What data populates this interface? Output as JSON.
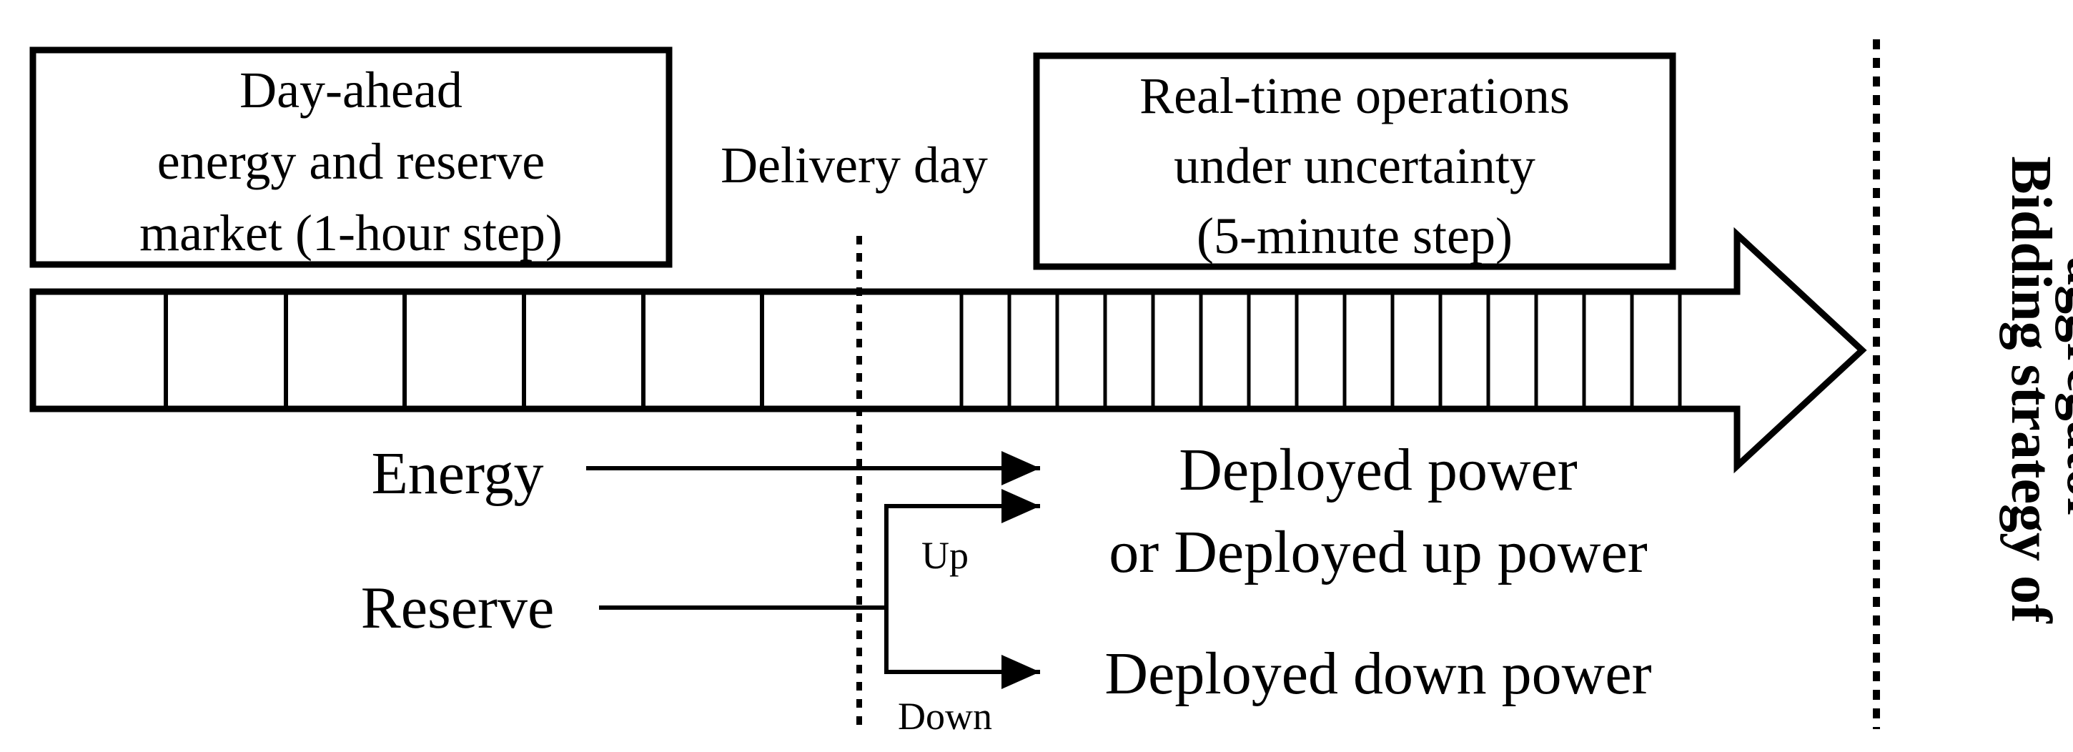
{
  "day_ahead_box": {
    "lines": [
      "Day-ahead",
      "energy and reserve",
      "market (1-hour step)"
    ]
  },
  "delivery_day_label": "Delivery day",
  "real_time_box": {
    "lines": [
      "Real-time operations",
      "under uncertainty",
      "(5-minute step)"
    ]
  },
  "flows": {
    "energy_label": "Energy",
    "reserve_label": "Reserve",
    "up_label": "Up",
    "down_label": "Down",
    "deployed_power_label": "Deployed power",
    "deployed_up_power_label": "or Deployed up power",
    "deployed_down_power_label": "Deployed down power"
  },
  "side_title": {
    "lines": [
      "Bidding strategy of",
      "aggregator"
    ]
  }
}
